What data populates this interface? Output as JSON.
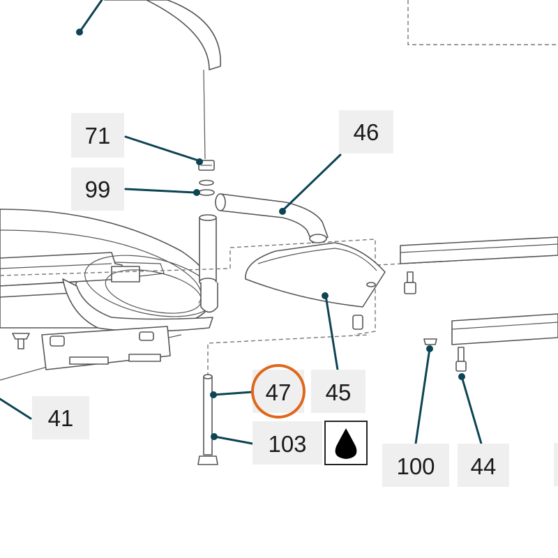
{
  "callouts": [
    {
      "id": "71",
      "text": "71"
    },
    {
      "id": "99",
      "text": "99"
    },
    {
      "id": "46",
      "text": "46"
    },
    {
      "id": "41",
      "text": "41"
    },
    {
      "id": "47",
      "text": "47"
    },
    {
      "id": "45",
      "text": "45"
    },
    {
      "id": "103",
      "text": "103"
    },
    {
      "id": "100",
      "text": "100"
    },
    {
      "id": "44",
      "text": "44"
    }
  ],
  "highlight": {
    "target": "47",
    "color": "#e0661a"
  },
  "colors": {
    "leader": "#0b4453",
    "label_background": "#efefef",
    "line_art": "#555555"
  },
  "icons": {
    "lubricant": "oil-drop-icon"
  }
}
